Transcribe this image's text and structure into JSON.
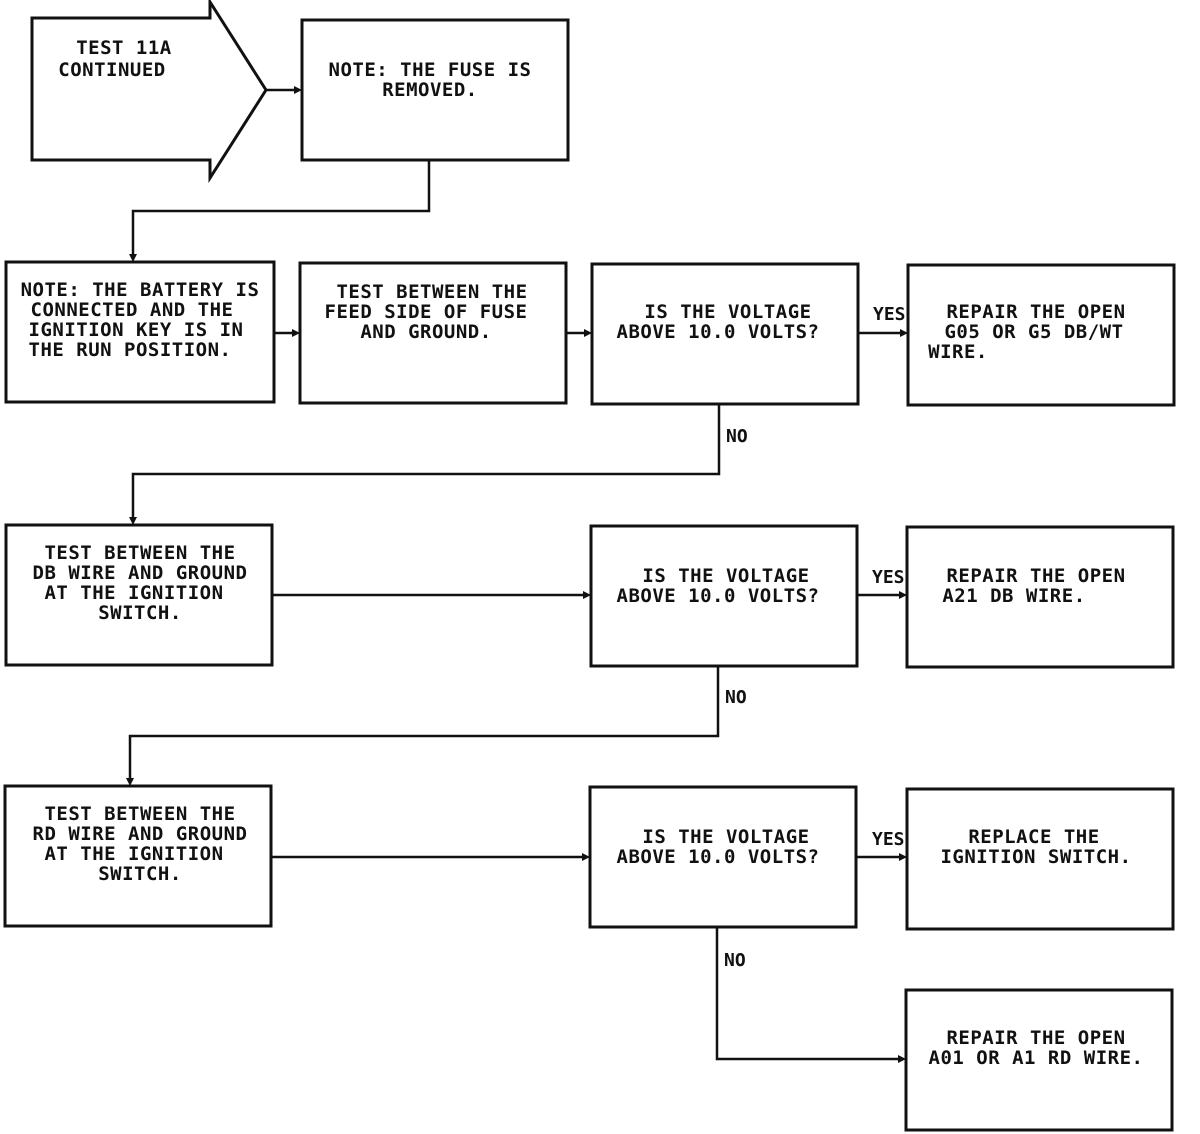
{
  "start": {
    "lines": [
      "TEST 11A",
      "CONTINUED"
    ]
  },
  "boxes": {
    "note_fuse": {
      "lines": [
        "NOTE: THE FUSE IS",
        "REMOVED."
      ]
    },
    "note_battery": {
      "lines": [
        "NOTE: THE BATTERY IS",
        "CONNECTED AND THE",
        "IGNITION KEY IS IN",
        "THE RUN POSITION."
      ]
    },
    "test_feed": {
      "lines": [
        "TEST BETWEEN THE",
        "FEED SIDE OF FUSE",
        "AND GROUND."
      ]
    },
    "question_1": {
      "lines": [
        "IS THE VOLTAGE",
        "ABOVE 10.0 VOLTS?"
      ]
    },
    "repair_1": {
      "lines": [
        "REPAIR THE OPEN",
        "G05 OR G5 DB/WT",
        "WIRE."
      ]
    },
    "test_db": {
      "lines": [
        "TEST BETWEEN THE",
        "DB WIRE AND GROUND",
        "AT THE IGNITION",
        "SWITCH."
      ]
    },
    "question_2": {
      "lines": [
        "IS THE VOLTAGE",
        "ABOVE 10.0 VOLTS?"
      ]
    },
    "repair_2": {
      "lines": [
        "REPAIR THE OPEN",
        "A21 DB WIRE."
      ]
    },
    "test_rd": {
      "lines": [
        "TEST BETWEEN THE",
        "RD WIRE AND GROUND",
        "AT THE IGNITION",
        "SWITCH."
      ]
    },
    "question_3": {
      "lines": [
        "IS THE VOLTAGE",
        "ABOVE 10.0 VOLTS?"
      ]
    },
    "replace_switch": {
      "lines": [
        "REPLACE THE",
        "IGNITION SWITCH."
      ]
    },
    "repair_3": {
      "lines": [
        "REPAIR THE OPEN",
        "A01 OR A1 RD WIRE."
      ]
    }
  },
  "labels": {
    "yes_1": "YES",
    "no_1": "NO",
    "yes_2": "YES",
    "no_2": "NO",
    "yes_3": "YES",
    "no_3": "NO"
  }
}
